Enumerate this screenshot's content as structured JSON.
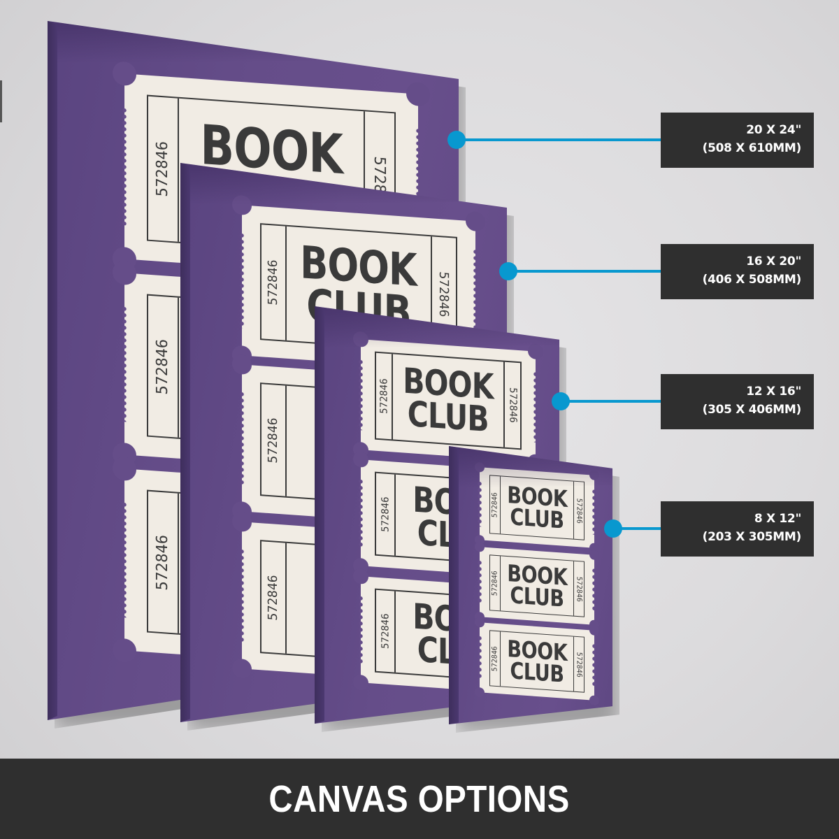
{
  "artwork": {
    "ticket_title_line1": "BOOK",
    "ticket_title_line2": "CLUB",
    "ticket_number": "572846",
    "canvas_color": "#654d89",
    "ticket_color": "#f1ece4",
    "ink_color": "#3a3a3a"
  },
  "accent_color": "#0898cf",
  "sizes": [
    {
      "id": "20x24",
      "label_in": "20 X 24\"",
      "label_mm": "(508 X 610MM)"
    },
    {
      "id": "16x20",
      "label_in": "16 X 20\"",
      "label_mm": "(406 X 508MM)"
    },
    {
      "id": "12x16",
      "label_in": "12 X 16\"",
      "label_mm": "(305 X 406MM)"
    },
    {
      "id": "8x12",
      "label_in": "8 X 12\"",
      "label_mm": "(203 X 305MM)"
    }
  ],
  "footer": {
    "title": "CANVAS OPTIONS"
  }
}
